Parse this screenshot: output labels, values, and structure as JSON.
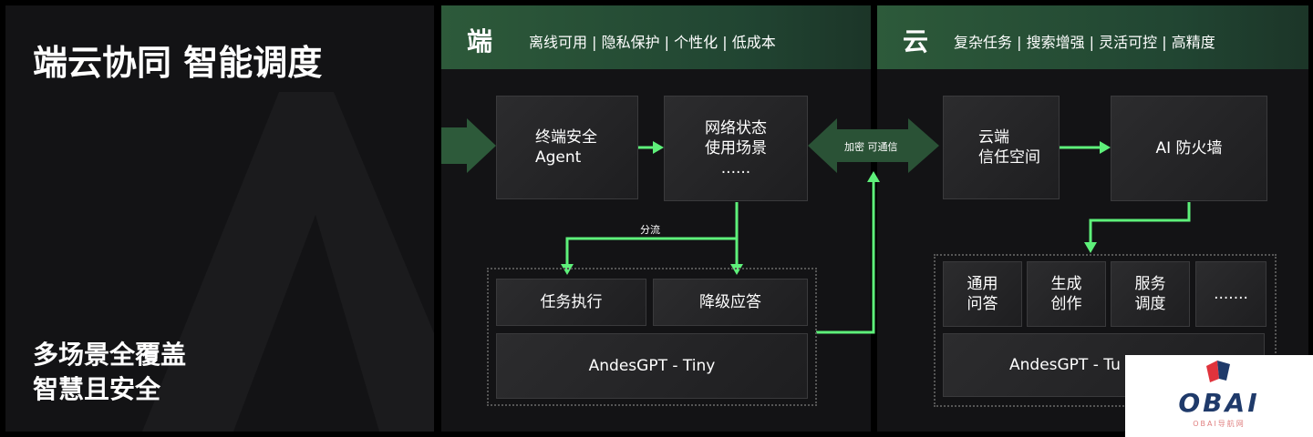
{
  "left": {
    "title": "端云协同 智能调度",
    "subtitle_line1": "多场景全覆盖",
    "subtitle_line2": "智慧且安全"
  },
  "device": {
    "char": "端",
    "features": "离线可用 | 隐私保护 | 个性化 | 低成本",
    "box1": "终端安全\nAgent",
    "box2": "网络状态\n使用场景\n......",
    "split_label": "分流",
    "task1": "任务执行",
    "task2": "降级应答",
    "model": "AndesGPT - Tiny"
  },
  "link_label": "加密 可通信",
  "cloud": {
    "char": "云",
    "features": "复杂任务 | 搜索增强 | 灵活可控 | 高精度",
    "box1": "云端\n信任空间",
    "box2": "AI 防火墙",
    "tasks": [
      "通用\n问答",
      "生成\n创作",
      "服务\n调度",
      "......."
    ],
    "model": "AndesGPT - Tu"
  },
  "watermark": {
    "logo": "OBAI",
    "caption": "OBAI导航网"
  },
  "colors": {
    "accent": "#5ef07a",
    "header": "#2d5a3a"
  }
}
